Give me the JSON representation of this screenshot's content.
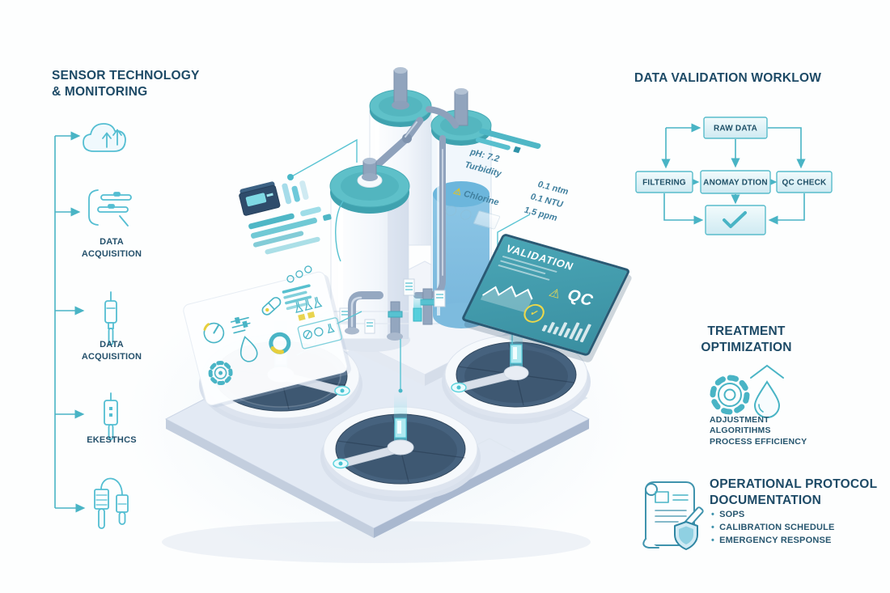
{
  "colors": {
    "accent_teal": "#49b4c5",
    "navy_text": "#1d4a66",
    "yellow_accent": "#e7cf3c",
    "screen_teal": "#429aab",
    "basin_water": "#46627e",
    "platform": "#e3eaf4"
  },
  "sensor_section": {
    "title_line1": "SENSOR TECHNOLOGY",
    "title_line2": "& MONITORING",
    "items": [
      {
        "icon": "cloud-upload-icon",
        "label": ""
      },
      {
        "icon": "data-acquisition-sliders-icon",
        "label": "DATA ACQUISITION"
      },
      {
        "icon": "sensor-probe-icon",
        "label": "DATA ACQUISITION"
      },
      {
        "icon": "sensor-probe-dotted-icon",
        "label": "EKESTHCS"
      },
      {
        "icon": "dual-sensor-cable-icon",
        "label": ""
      }
    ]
  },
  "workflow_section": {
    "title": "DATA VALIDATION WORKLOW",
    "nodes": {
      "raw": "RAW DATA",
      "filtering": "FILTERING",
      "anomaly": "ANOMAY DTION",
      "qc": "QC CHECK"
    },
    "approved_icon": "checkmark-icon"
  },
  "plant": {
    "readings": {
      "rows": [
        {
          "label": "pH: 7.2",
          "value": ""
        },
        {
          "label": "Turbidity",
          "value": "0.1 ntm"
        },
        {
          "label": "",
          "value": "0.1 NTU"
        },
        {
          "label": "Chlorine",
          "value": "1.5 ppm"
        }
      ],
      "warning_char": "⚠"
    },
    "screen": {
      "title": "VALIDATION",
      "qc_label": "QC",
      "warning_char": "⚠",
      "check_char": "✓"
    }
  },
  "treatment_section": {
    "title_line1": "TREATMENT",
    "title_line2": "OPTIMIZATION",
    "lines": [
      "ADJUSTMENT",
      "ALGORITIHMS",
      "PROCESS EFFICIENCY"
    ]
  },
  "protocol_section": {
    "title_line1": "OPERATIONAL PROTOCOL",
    "title_line2": "DOCUMENTATION",
    "bullet_char": "•",
    "bullets": [
      "SOPS",
      "CALIBRATION SCHEDULE",
      "EMERGENCY RESPONSE"
    ]
  }
}
